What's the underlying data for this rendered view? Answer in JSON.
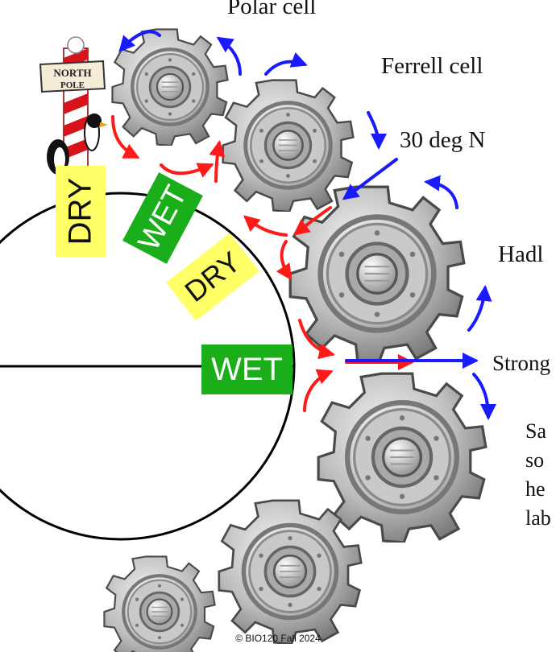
{
  "labels": {
    "polar_cell": "Polar cell",
    "ferrell_cell": "Ferrell cell",
    "latitude": "30 deg N",
    "hadley_partial": "Hadl",
    "strong_partial": "Strong"
  },
  "note_lines": [
    "Sa",
    "so",
    "he",
    "lab"
  ],
  "zones": {
    "dry_pole": "DRY",
    "wet_60": "WET",
    "dry_30": "DRY",
    "wet_equator": "WET"
  },
  "sign": {
    "line1": "NORTH",
    "line2": "POLE"
  },
  "footer": "© BIO120 Fall 2024",
  "colors": {
    "air_flow_red": "#ff1a1a",
    "air_flow_blue": "#1a1aff",
    "dry_zone": "#ffff66",
    "wet_zone": "#1aae1a",
    "gear_metal": "#b8b8b8"
  }
}
